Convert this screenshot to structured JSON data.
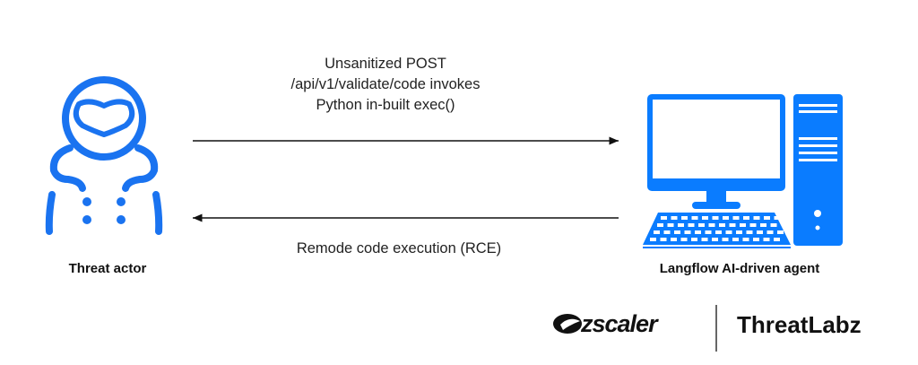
{
  "request_label_lines": [
    "Unsanitized POST",
    "/api/v1/validate/code invokes",
    "Python in-built exec()"
  ],
  "response_label": "Remode code execution (RCE)",
  "actor_label": "Threat actor",
  "agent_label": "Langflow AI-driven agent",
  "logos": {
    "zscaler": "zscaler",
    "threatlabz": "ThreatLabz"
  },
  "colors": {
    "icon_blue": "#1A73F0",
    "computer_blue": "#0A7CFF",
    "text": "#111111"
  }
}
